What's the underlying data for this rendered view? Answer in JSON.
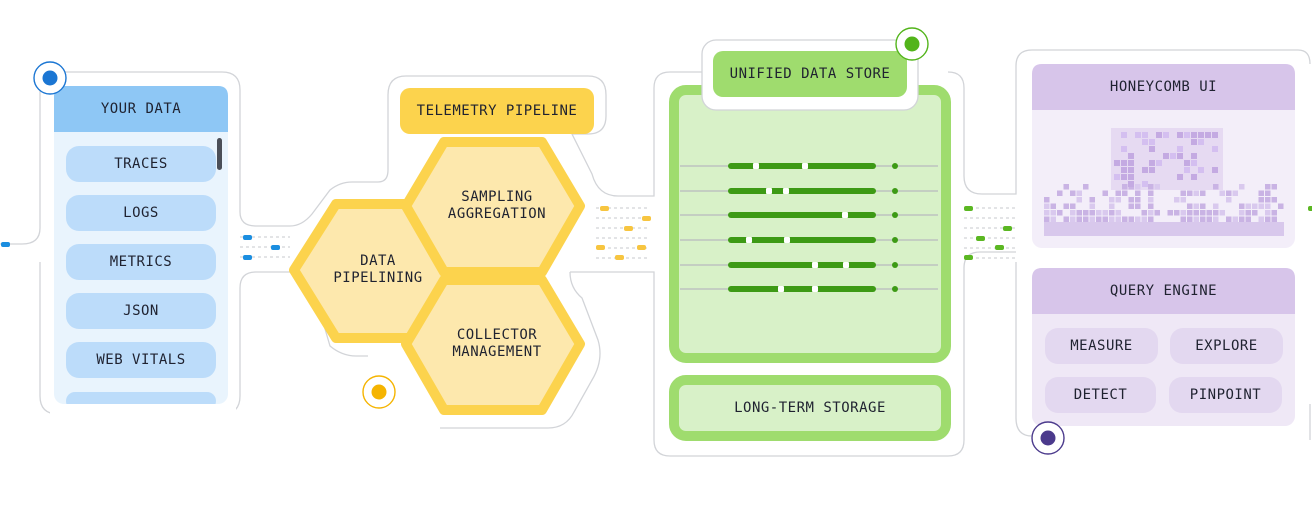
{
  "your_data": {
    "title": "YOUR DATA",
    "items": [
      "TRACES",
      "LOGS",
      "METRICS",
      "JSON",
      "WEB VITALS"
    ]
  },
  "telemetry_pipeline": {
    "title": "TELEMETRY PIPELINE",
    "hexes": [
      {
        "line1": "DATA",
        "line2": "PIPELINING"
      },
      {
        "line1": "SAMPLING",
        "line2": "AGGREGATION"
      },
      {
        "line1": "COLLECTOR",
        "line2": "MANAGEMENT"
      }
    ]
  },
  "data_store": {
    "title": "UNIFIED DATA STORE",
    "storage_label": "LONG-TERM STORAGE"
  },
  "honeycomb_ui": {
    "title": "HONEYCOMB UI"
  },
  "query_engine": {
    "title": "QUERY ENGINE",
    "items": [
      "MEASURE",
      "EXPLORE",
      "DETECT",
      "PINPOINT"
    ]
  },
  "colors": {
    "blue_accent": "#1b76d3",
    "blue_header": "#8ec7f5",
    "blue_pill": "#bcdcfa",
    "yellow_accent": "#f7b500",
    "yellow_frame": "#fcd34d",
    "yellow_fill": "#fde8ad",
    "green_accent": "#52b41a",
    "green_frame": "#9fdc6e",
    "green_fill": "#d8f1c8",
    "green_bar": "#3d9a15",
    "purple_accent": "#4b3a8c",
    "purple_header": "#d7c5ea",
    "purple_fill": "#efe8f6"
  }
}
